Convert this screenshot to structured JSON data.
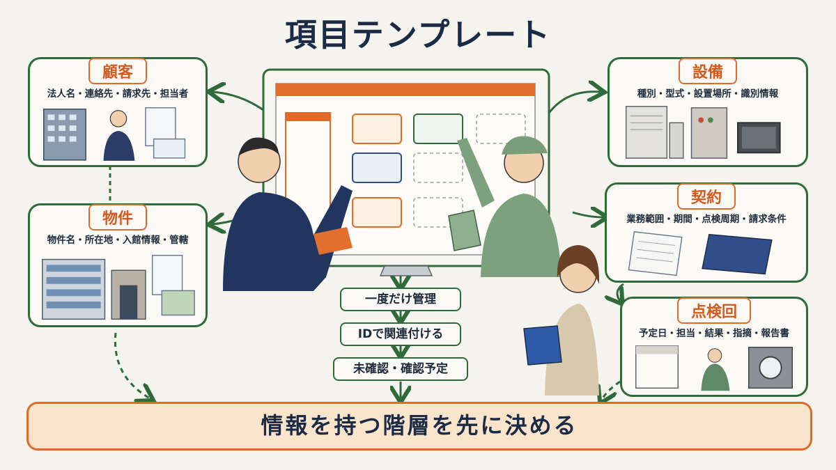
{
  "title": "項目テンプレート",
  "cards": {
    "customer": {
      "label": "顧客",
      "fields": "法人名・連絡先・請求先・担当者"
    },
    "property": {
      "label": "物件",
      "fields": "物件名・所在地・入館情報・管轄"
    },
    "equipment": {
      "label": "設備",
      "fields": "種別・型式・設置場所・識別情報"
    },
    "contract": {
      "label": "契約",
      "fields": "業務範囲・期間・点検周期・請求条件"
    },
    "inspection": {
      "label": "点検回",
      "fields": "予定日・担当・結果・指摘・報告書"
    }
  },
  "steps": [
    "一度だけ管理",
    "IDで関連付ける",
    "未確認・確認予定"
  ],
  "banner": "情報を持つ階層を先に決める",
  "colors": {
    "green": "#2f6b3a",
    "orange": "#e06a2a",
    "navy": "#1c2b45",
    "banner_bg": "#fbe4cc"
  }
}
